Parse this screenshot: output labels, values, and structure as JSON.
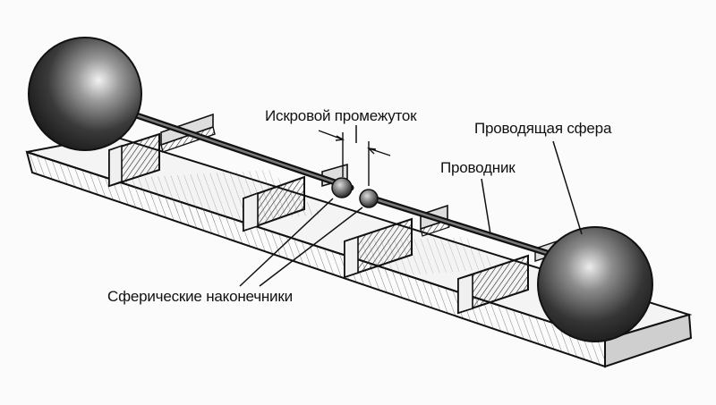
{
  "labels": {
    "spark_gap": "Искровой промежуток",
    "conducting_sphere": "Проводящая сфера",
    "conductor": "Проводник",
    "spherical_tips": "Сферические наконечники"
  },
  "colors": {
    "ink": "#111111",
    "paper": "#fbfbfb"
  }
}
